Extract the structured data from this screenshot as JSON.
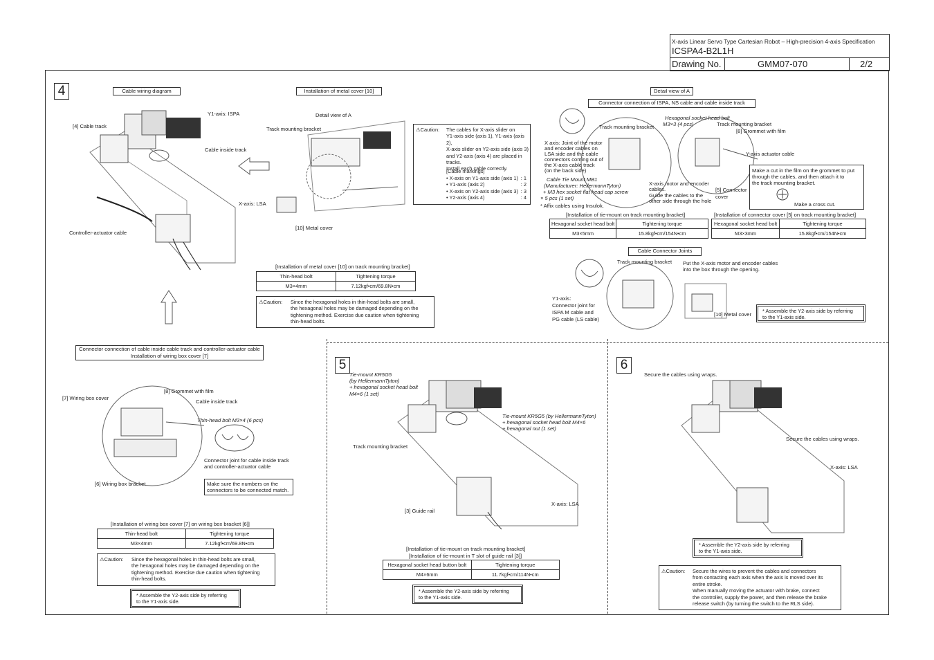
{
  "title_block": {
    "product_title": "X-axis Linear Servo Type Cartesian Robot – High-precision 4-axis Specification",
    "model": "ICSPA4-B2L1H",
    "drawing_label": "Drawing No.",
    "drawing_no": "GMM07-070",
    "page": "2/2"
  },
  "section4": {
    "number": "4",
    "cable_wiring_title": "Cable wiring diagram",
    "labels": {
      "y1_axis": "Y1-axis: ISPA",
      "cable_track": "[4] Cable track",
      "cable_inside_track": "Cable inside track",
      "x_axis_lsa": "X-axis: LSA",
      "controller_actuator_cable": "Controller-actuator cable"
    },
    "metal_cover_title": "Installation of metal cover [10]",
    "detail_view_a": "Detail view of A",
    "track_mounting_bracket": "Track mounting bracket",
    "metal_cover_10": "[10] Metal cover",
    "caution_main": {
      "head": "Caution:",
      "body": "The cables for X-axis slider on\nY1-axis side (axis 1), Y1-axis (axis 2),\nX-axis slider on Y2-axis side (axis 3)\nand Y2-axis (axis 4) are placed in\ntracks.\nInstall each cable correctly.",
      "markings_title": "[Cable markings]",
      "markings": [
        {
          "label": "• X-axis on Y1-axis side (axis 1)",
          "value": ": 1"
        },
        {
          "label": "• Y1-axis (axis 2)",
          "value": ": 2"
        },
        {
          "label": "• X-axis on Y2-axis side (axis 3)",
          "value": ": 3"
        },
        {
          "label": "• Y2-axis (axis 4)",
          "value": ": 4"
        }
      ]
    },
    "metal_cover_table": {
      "title": "[Installation of metal cover [10] on track mounting bracket]",
      "headers": [
        "Thin-head bolt",
        "Tightening torque"
      ],
      "row": [
        "M3×4mm",
        "7.12kgf•cm/69.8N•cm"
      ]
    },
    "caution_bolts": {
      "head": "Caution:",
      "body": "Since the hexagonal holes in thin-head bolts are small,\nthe hexagonal holes may be damaged depending on the\ntightening method. Exercise due caution when tightening\nthin-head bolts."
    },
    "detail_a": {
      "title": "Detail view of A",
      "connector_title": "Connector connection of ISPA, NS cable and cable inside track",
      "track_mounting_bracket": "Track mounting bracket",
      "hex_screw": "Hexagonal socket head bolt",
      "hex_screw_size": "M3×3 (4 pcs)",
      "track_mounting_bracket2": "Track mounting bracket",
      "grommet": "[8] Grommet with film",
      "x_axis_joint": "X axis: Joint of the motor\nand encoder cables on\nLSA side and the cable\nconnectors coming out of\nthe X-axis cable track\n(on the back side)",
      "y_actuator_cable": "Y-axis actuator cable",
      "grommet_note": "Make a cut in the film on the grommet to put\nthrough the cables, and then attach it to\nthe track mounting bracket.",
      "cross_cut": "Make a cross cut.",
      "tie_mount": "Cable Tie Mount MB1",
      "manufacturer": "(Manufacturer: HellermannTyton)",
      "hex_flat": "+ M3 hex socket flat head cap screw",
      "qty": "× 5 pcs (1 set)",
      "affix": "* Affix cables using Insulok.",
      "motor_enc": "X-axis motor and encoder\ncables.",
      "guide_cables": "Guide the cables to the\nother side through the hole",
      "connector_cover": "[5] Connector\ncover"
    },
    "tie_mount_table": {
      "title": "[Installation of tie-mount on track mounting bracket]",
      "headers": [
        "Hexagonal socket head bolt",
        "Tightening torque"
      ],
      "row": [
        "M3×5mm",
        "15.8kgf•cm/154N•cm"
      ]
    },
    "conn_cover_table": {
      "title": "[Installation of connector cover [5] on track mounting bracket]",
      "headers": [
        "Hexagonal socket head bolt",
        "Tightening torque"
      ],
      "row": [
        "M3×3mm",
        "15.8kgf•cm/154N•cm"
      ]
    },
    "cable_connector_joints": {
      "title": "Cable Connector Joints",
      "track_mounting_bracket": "Track mounting bracket",
      "put_cables": "Put the X-axis motor and encoder cables\ninto the box through the opening.",
      "y1_joint": "Y1-axis:\nConnector joint for\nISPA M cable and\nPG cable (LS cable)",
      "metal_cover": "[10] Metal cover",
      "assemble_note": "*  Assemble the Y2-axis side by referring\n   to the Y1-axis side."
    }
  },
  "wiring_box": {
    "title1": "Connector connection of cable inside cable track and controller-actuator cable",
    "title2": "Installation of wiring box cover [7]",
    "grommet": "[8] Grommet with film",
    "wiring_box_cover": "[7] Wiring box cover",
    "cable_inside_track": "Cable inside track",
    "thin_head_bolt": "Thin-head bolt M3×4 (6 pcs)",
    "connector_joint": "Connector joint for cable inside track\nand controller-actuator cable",
    "wiring_box_bracket": "[6] Wiring box bracket",
    "numbers_match": "Make sure the numbers on the\nconnectors to be connected match.",
    "table": {
      "title": "[Installation of wiring box cover [7] on wiring box bracket [6]]",
      "headers": [
        "Thin-head bolt",
        "Tightening torque"
      ],
      "row": [
        "M3×4mm",
        "7.12kgf•cm/69.8N•cm"
      ]
    },
    "caution": {
      "head": "Caution:",
      "body": "Since the hexagonal holes in thin-head bolts are small,\nthe hexagonal holes may be damaged depending on the\ntightening method. Exercise due caution when tightening\nthin-head bolts."
    },
    "assemble_note": "*  Assemble the Y2-axis side by referring\n   to the Y1-axis side."
  },
  "section5": {
    "number": "5",
    "tie_mount_1": "Tie-mount KR5G5\n(by HellermannTyton)\n+ hexagonal socket head bolt\nM4×6 (1 set)",
    "tie_mount_2": "Tie-mount KR5G5 (by HellermannTyton)\n+ hexagonal socket head bolt M4×6\n+ hexagonal nut (1 set)",
    "track_mounting_bracket": "Track mounting bracket",
    "guide_rail": "[3] Guide rail",
    "x_axis": "X-axis: LSA",
    "table": {
      "title1": "[Installation of tie-mount on track mounting bracket]",
      "title2": "[Installation of tie-mount in T slot of guide rail [3]]",
      "headers": [
        "Hexagonal socket head button bolt",
        "Tightening torque"
      ],
      "row": [
        "M4×6mm",
        "11.7kgf•cm/114N•cm"
      ]
    },
    "assemble_note": "*  Assemble the Y2-axis side by referring\n   to the Y1-axis side."
  },
  "section6": {
    "number": "6",
    "secure1": "Secure the cables using wraps.",
    "secure2": "Secure the cables using wraps.",
    "x_axis": "X-axis: LSA",
    "assemble_note": "*  Assemble the Y2-axis side by referring\n   to the Y1-axis side.",
    "caution": {
      "head": "Caution:",
      "body": "Secure the wires to prevent the cables and connectors\nfrom contacting each axis when the axis is moved over its\nentire stroke.\nWhen manually moving the actuator with brake, connect\nthe controller, supply the power, and then release the brake\nrelease switch (by turning the switch to the RLS side)."
    }
  }
}
